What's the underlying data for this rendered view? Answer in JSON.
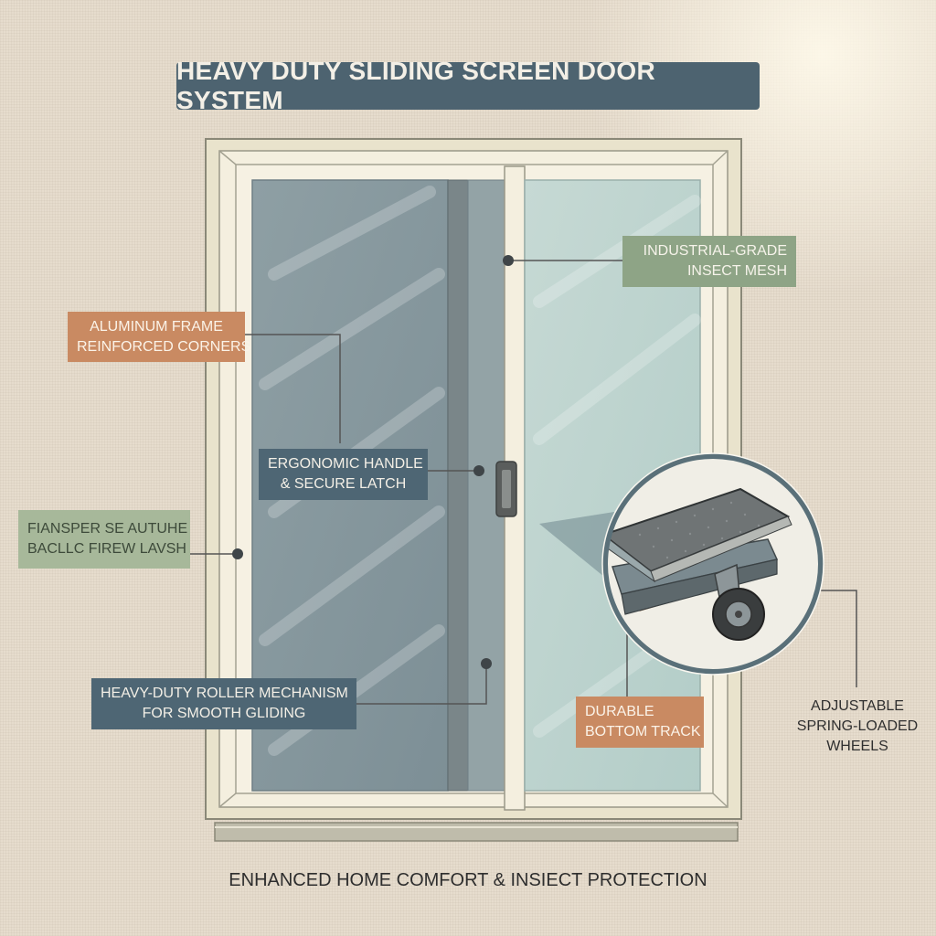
{
  "title": "HEAVY DUTY SLIDING SCREEN DOOR SYSTEM",
  "labels": {
    "mesh": [
      "INDUSTRIAL-GRADE",
      "INSECT MESH"
    ],
    "frame": [
      "ALUMINUM FRAME",
      "REINFORCED CORNERS"
    ],
    "handle": [
      "ERGONOMIC HANDLE",
      "& SECURE LATCH"
    ],
    "garbled": [
      "FIANSPER SE AUTUHE",
      "BACLLC FIREW LAVSH"
    ],
    "roller": [
      "HEAVY-DUTY ROLLER MECHANISM",
      "FOR SMOOTH GLIDING"
    ],
    "track": [
      "DURABLE",
      "BOTTOM TRACK"
    ],
    "wheels": [
      "ADJUSTABLE",
      "SPRING-LOADED WHEELS"
    ]
  },
  "footer": "ENHANCED HOME COMFORT & INSIECT PROTECTION",
  "colors": {
    "slate": "#4e6674",
    "orange": "#c98a62",
    "green": "#8ea486",
    "background": "#e6dccd",
    "frame": "#f2ecd9"
  }
}
